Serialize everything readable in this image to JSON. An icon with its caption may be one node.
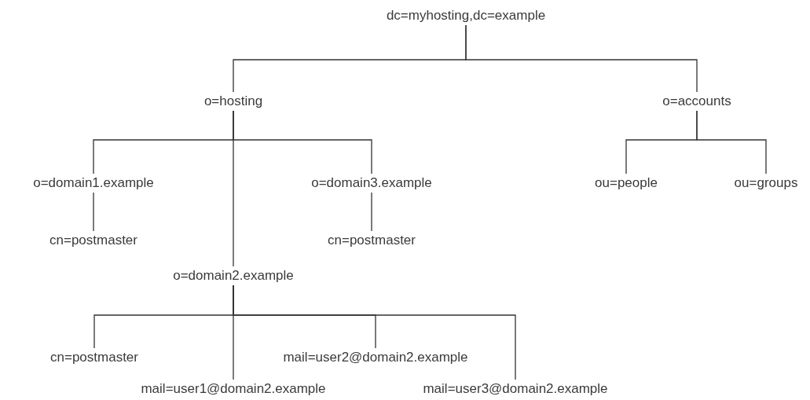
{
  "diagram": {
    "nodes": [
      {
        "text": [
          "dc=myhosting,dc=example"
        ]
      },
      {
        "text": [
          "o=hosting"
        ]
      },
      {
        "text": [
          "o=accounts"
        ]
      },
      {
        "text": [
          "o=domain1.example"
        ]
      },
      {
        "text": [
          "o=domain3.example"
        ]
      },
      {
        "text": [
          "ou=people"
        ]
      },
      {
        "text": [
          "ou=groups"
        ]
      },
      {
        "text": [
          "cn=postmaster"
        ]
      },
      {
        "text": [
          "cn=postmaster"
        ]
      },
      {
        "text": [
          "o=domain2.example"
        ]
      },
      {
        "text": [
          "cn=postmaster"
        ]
      },
      {
        "text": [
          "mail=user2@domain2.example"
        ]
      },
      {
        "text": [
          "mail=user1@domain2.example"
        ]
      },
      {
        "text": [
          "mail=user3@domain2.example"
        ]
      }
    ],
    "edges": [
      {
        "from": 0,
        "to": 1,
        "arrow": "none"
      },
      {
        "from": 0,
        "to": 2,
        "arrow": "none"
      },
      {
        "from": 1,
        "to": 3,
        "arrow": "none"
      },
      {
        "from": 1,
        "to": 4,
        "arrow": "none"
      },
      {
        "from": 1,
        "to": 9,
        "arrow": "none"
      },
      {
        "from": 2,
        "to": 5,
        "arrow": "none"
      },
      {
        "from": 2,
        "to": 6,
        "arrow": "none"
      },
      {
        "from": 3,
        "to": 7,
        "arrow": "none"
      },
      {
        "from": 4,
        "to": 8,
        "arrow": "none"
      },
      {
        "from": 9,
        "to": 10,
        "arrow": "none"
      },
      {
        "from": 9,
        "to": 12,
        "arrow": "none"
      },
      {
        "from": 9,
        "to": 11,
        "arrow": "none"
      },
      {
        "from": 9,
        "to": 13,
        "arrow": "none"
      }
    ]
  }
}
